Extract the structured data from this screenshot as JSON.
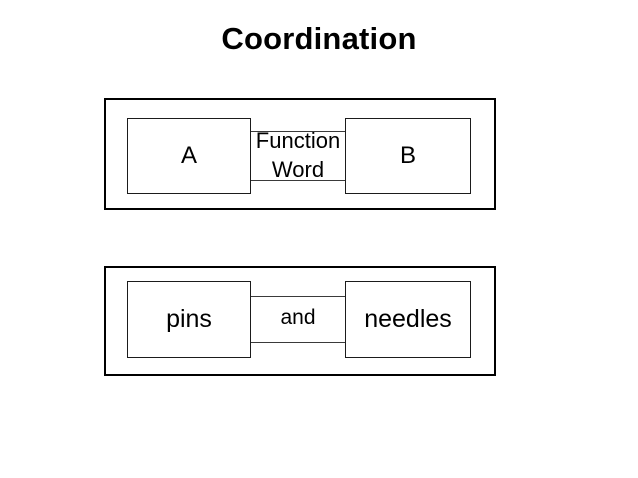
{
  "slide": {
    "title": "Coordination",
    "background_color": "#ffffff",
    "text_color": "#000000"
  },
  "diagrams": [
    {
      "name": "schematic",
      "frame_color": "#000000",
      "left_node": {
        "label": "A"
      },
      "connector": {
        "label_line1": "Function",
        "label_line2": "Word"
      },
      "right_node": {
        "label": "B"
      }
    },
    {
      "name": "example",
      "frame_color": "#000000",
      "left_node": {
        "label": "pins"
      },
      "connector": {
        "label_line1": "and"
      },
      "right_node": {
        "label": "needles"
      }
    }
  ]
}
